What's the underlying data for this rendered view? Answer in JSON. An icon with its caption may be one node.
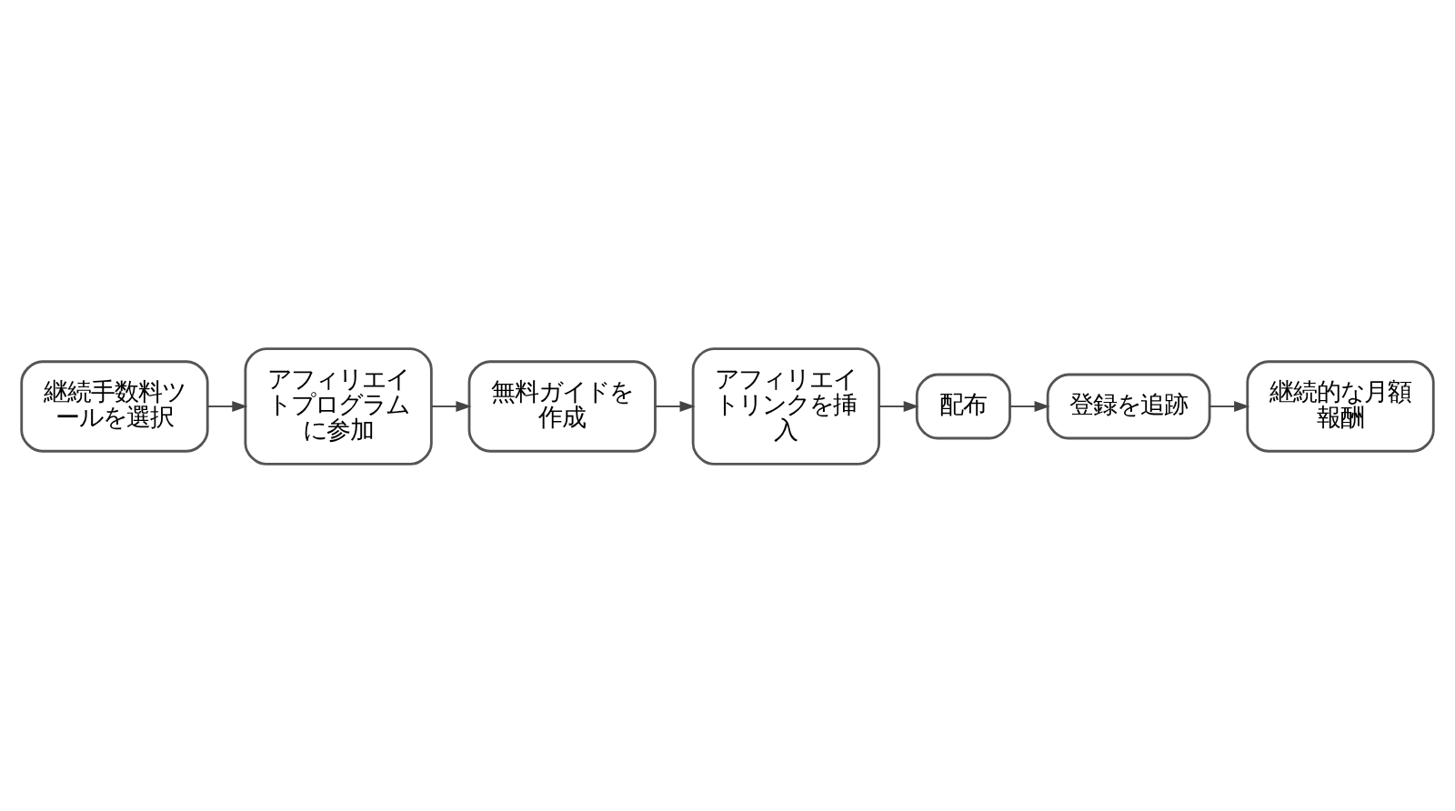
{
  "diagram": {
    "nodes": [
      {
        "text": [
          "継続手数料ツールを選択"
        ]
      },
      {
        "text": [
          "アフィリエイトプログラムに参加"
        ]
      },
      {
        "text": [
          "無料ガイドを作成"
        ]
      },
      {
        "text": [
          "アフィリエイトリンクを挿入"
        ]
      },
      {
        "text": [
          "配布"
        ]
      },
      {
        "text": [
          "登録を追跡"
        ]
      },
      {
        "text": [
          "継続的な月額報酬"
        ]
      }
    ],
    "edges": [
      {
        "from": 0,
        "to": 1,
        "arrow": "to"
      },
      {
        "from": 1,
        "to": 2,
        "arrow": "to"
      },
      {
        "from": 2,
        "to": 3,
        "arrow": "to"
      },
      {
        "from": 3,
        "to": 4,
        "arrow": "to"
      },
      {
        "from": 4,
        "to": 5,
        "arrow": "to"
      },
      {
        "from": 5,
        "to": 6,
        "arrow": "to"
      }
    ]
  }
}
